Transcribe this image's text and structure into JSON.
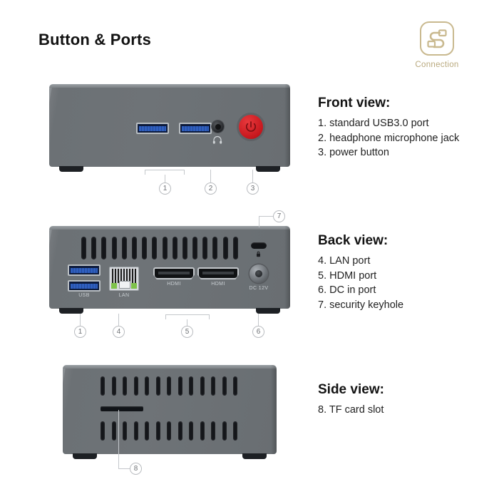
{
  "header": {
    "title": "Button & Ports",
    "logo": {
      "caption": "Connection",
      "icon": "connector-cable-icon",
      "color": "#c9b98f"
    }
  },
  "devices": {
    "front": {
      "name": "front-view-device",
      "ports": [
        {
          "label": "",
          "type": "usb3"
        },
        {
          "label": "",
          "type": "usb3"
        },
        {
          "label": "",
          "type": "audio-jack"
        },
        {
          "label": "",
          "type": "power-button"
        }
      ],
      "callouts": [
        "1",
        "2",
        "3"
      ]
    },
    "back": {
      "name": "back-view-device",
      "labels": {
        "usb": "USB",
        "lan": "LAN",
        "hdmi1": "HDMI",
        "hdmi2": "HDMI",
        "dc": "DC 12V"
      },
      "callouts": [
        "1",
        "4",
        "5",
        "6",
        "7"
      ]
    },
    "side": {
      "name": "side-view-device",
      "callouts": [
        "8"
      ]
    }
  },
  "views": [
    {
      "title": "Front view:",
      "items": [
        "1. standard USB3.0 port",
        "2. headphone microphone jack",
        "3. power button"
      ]
    },
    {
      "title": "Back view:",
      "items": [
        "4. LAN port",
        "5. HDMI port",
        "6. DC in port",
        "7. security keyhole"
      ]
    },
    {
      "title": "Side view:",
      "items": [
        "8. TF card slot"
      ]
    }
  ],
  "colors": {
    "chassis": "#6e7377",
    "power_button": "#d8262b",
    "usb_blue": "#2f5fbf",
    "accent": "#c9b98f",
    "callout_border": "#b9bcc0"
  }
}
